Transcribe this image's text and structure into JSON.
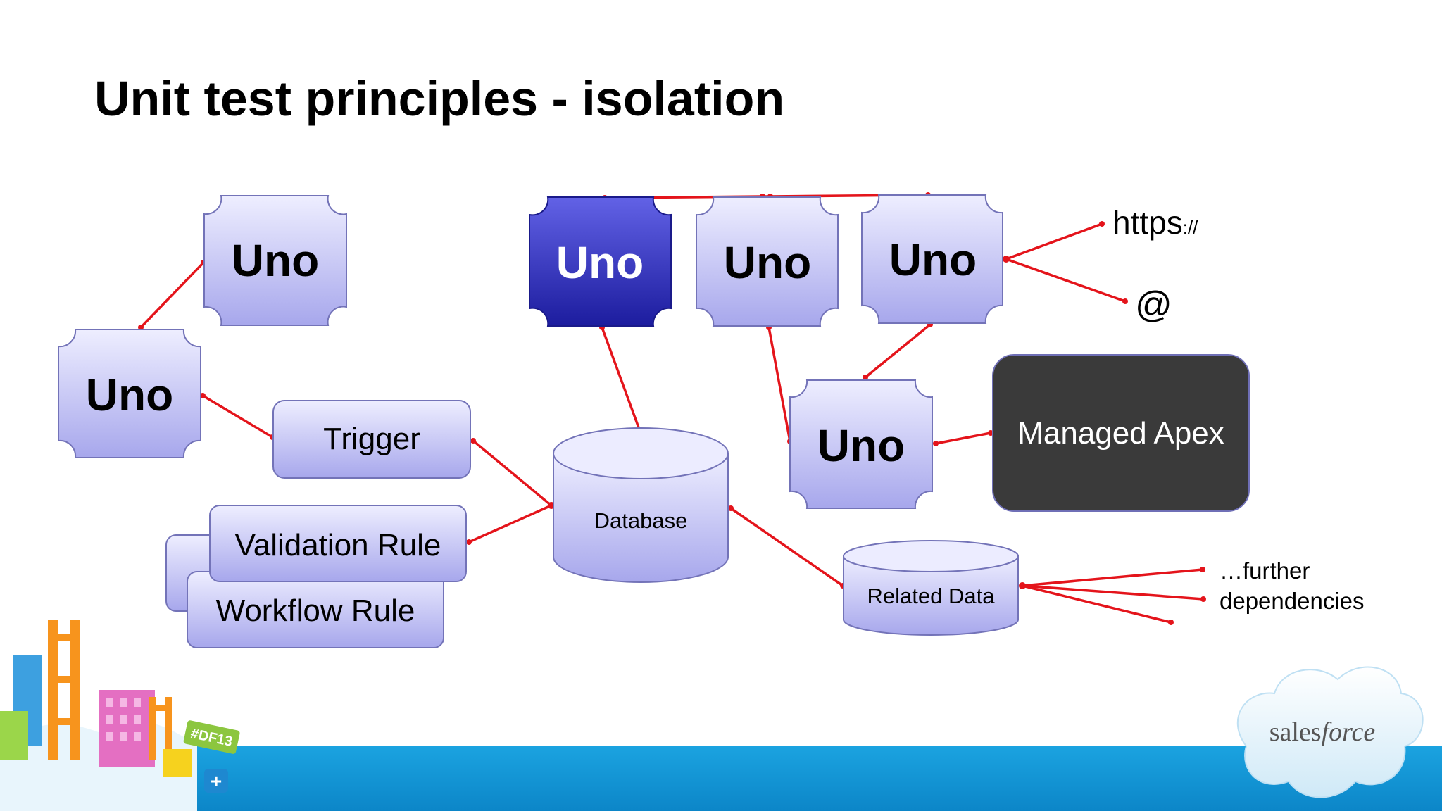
{
  "title": "Unit test principles - isolation",
  "colors": {
    "node_fill_top": "#ebebff",
    "node_fill_bottom": "#a9a9ee",
    "node_border": "#6f6fb6",
    "highlight_top": "#5b5be2",
    "highlight_bottom": "#1e1ea2",
    "dark_box": "#3a3a3a",
    "connector": "#e4141b",
    "footer": "#12a0dc"
  },
  "nodes": {
    "uno_top_left": "Uno",
    "uno_left": "Uno",
    "uno_highlighted": "Uno",
    "uno_middle": "Uno",
    "uno_right": "Uno",
    "uno_lower": "Uno",
    "trigger": "Trigger",
    "validation_rule": "Validation Rule",
    "workflow_rule": "Workflow Rule",
    "database": "Database",
    "related_data": "Related Data",
    "managed_apex": "Managed Apex"
  },
  "external": {
    "https_main": "https",
    "https_suffix": "://",
    "email": "@",
    "further_line1": "…further",
    "further_line2": "dependencies"
  },
  "branding": {
    "event_tag": "#DF13",
    "logo_text_part1": "sales",
    "logo_text_part2": "force",
    "plus_icon": "+"
  }
}
